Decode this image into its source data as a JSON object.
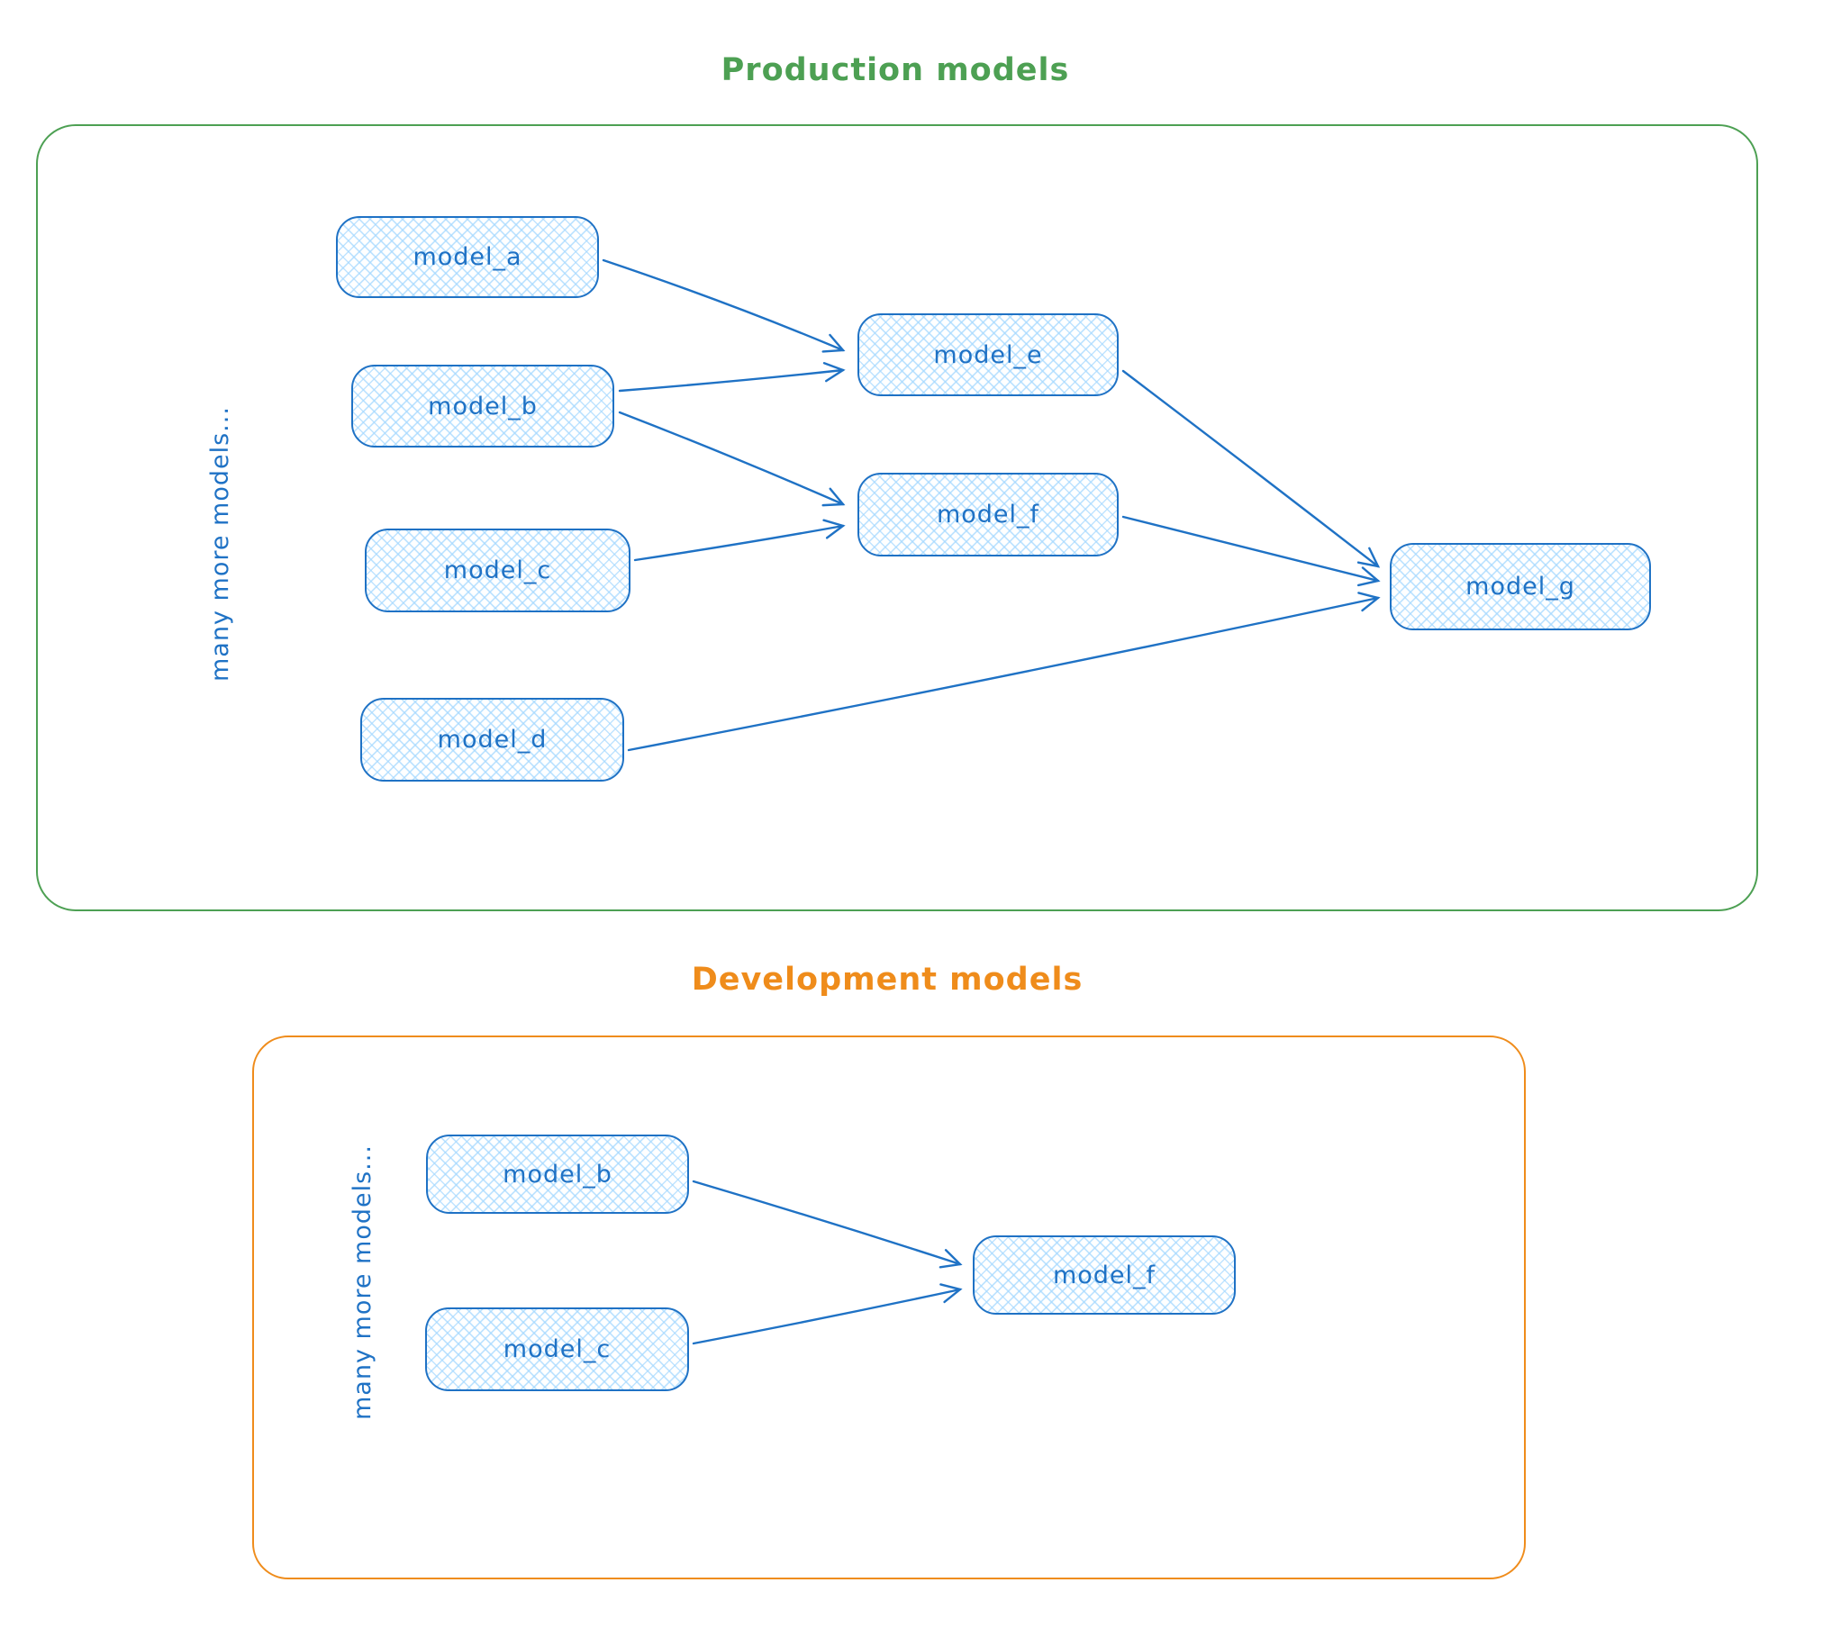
{
  "diagram": {
    "palette": {
      "node_stroke": "#1f72c5",
      "node_fill_hatch": "#a5d8ff",
      "production_accent": "#4da053",
      "development_accent": "#ef8c1b"
    },
    "sections": [
      {
        "id": "production",
        "title": "Production models",
        "side_label": "many more models...",
        "nodes": [
          {
            "id": "model_a",
            "label": "model_a"
          },
          {
            "id": "model_b",
            "label": "model_b"
          },
          {
            "id": "model_c",
            "label": "model_c"
          },
          {
            "id": "model_d",
            "label": "model_d"
          },
          {
            "id": "model_e",
            "label": "model_e"
          },
          {
            "id": "model_f",
            "label": "model_f"
          },
          {
            "id": "model_g",
            "label": "model_g"
          }
        ],
        "edges": [
          {
            "from": "model_a",
            "to": "model_e"
          },
          {
            "from": "model_b",
            "to": "model_e"
          },
          {
            "from": "model_b",
            "to": "model_f"
          },
          {
            "from": "model_c",
            "to": "model_f"
          },
          {
            "from": "model_e",
            "to": "model_g"
          },
          {
            "from": "model_f",
            "to": "model_g"
          },
          {
            "from": "model_d",
            "to": "model_g"
          }
        ]
      },
      {
        "id": "development",
        "title": "Development models",
        "side_label": "many more models...",
        "nodes": [
          {
            "id": "model_b",
            "label": "model_b"
          },
          {
            "id": "model_c",
            "label": "model_c"
          },
          {
            "id": "model_f",
            "label": "model_f"
          }
        ],
        "edges": [
          {
            "from": "model_b",
            "to": "model_f"
          },
          {
            "from": "model_c",
            "to": "model_f"
          }
        ]
      }
    ]
  }
}
